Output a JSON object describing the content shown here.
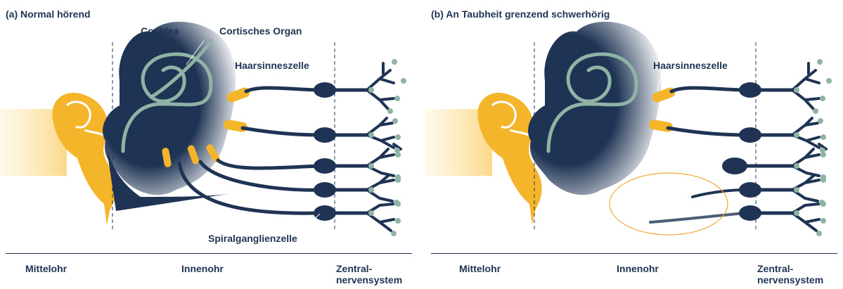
{
  "panel_a": {
    "title": "(a) Normal hörend",
    "labels": {
      "cochlea": "Cochlea",
      "cortisches_organ": "Cortisches Organ",
      "haarsinneszelle": "Haarsinneszelle",
      "spiralganglienzelle": "Spiralganglienzelle"
    },
    "regions": {
      "mittelohr": "Mittelohr",
      "innenohr": "Innenohr",
      "zns_line1": "Zentral-",
      "zns_line2": "nervensystem"
    }
  },
  "panel_b": {
    "title": "(b) An Taubheit grenzend schwerhörig",
    "labels": {
      "haarsinneszelle": "Haarsinneszelle"
    },
    "regions": {
      "mittelohr": "Mittelohr",
      "innenohr": "Innenohr",
      "zns_line1": "Zentral-",
      "zns_line2": "nervensystem"
    }
  },
  "colors": {
    "navy": "#1f3454",
    "gold": "#f5b52b",
    "gold_light": "#fbd98a",
    "sage": "#8fb3a4",
    "highlight_ring": "#f0a833"
  }
}
